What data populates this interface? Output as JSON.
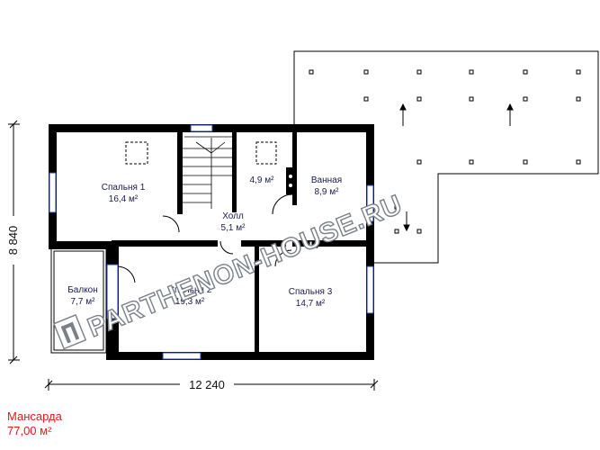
{
  "plan": {
    "floor_name": "Мансарда",
    "total_area": "77,00 м²",
    "dim_width": "12 240",
    "dim_height": "8 840"
  },
  "rooms": [
    {
      "name": "Спальня 1",
      "area": "16,4 м²"
    },
    {
      "name": "",
      "area": "4,9 м²"
    },
    {
      "name": "Ванная",
      "area": "8,9 м²"
    },
    {
      "name": "Холл",
      "area": "5,1 м²"
    },
    {
      "name": "Балкон",
      "area": "7,7 м²"
    },
    {
      "name": "Спальня 2",
      "area": "19,3 м²"
    },
    {
      "name": "Спальня 3",
      "area": "14,7 м²"
    }
  ],
  "watermark": {
    "text": "PARTHENON-HOUSE.RU"
  },
  "colors": {
    "wall": "#000000",
    "window": "#1f3fb8",
    "label": "#1a1a50",
    "caption": "#e01a1a"
  }
}
